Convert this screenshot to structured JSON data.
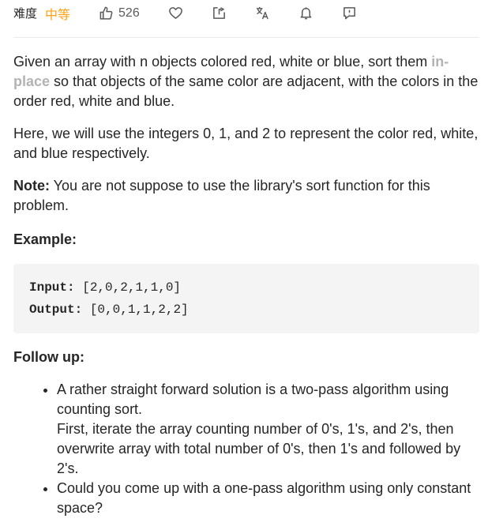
{
  "toolbar": {
    "difficulty_label": "难度",
    "difficulty_value": "中等",
    "like_count": "526",
    "icons": [
      "thumbs-up-icon",
      "heart-icon",
      "share-icon",
      "translate-icon",
      "bell-icon",
      "feedback-icon"
    ],
    "accent_color": "#ffa116"
  },
  "problem": {
    "p1_before": "Given an array with n objects colored red, white or blue, sort them ",
    "p1_highlight": "in-place",
    "p1_after": " so that objects of the same color are adjacent, with the colors in the order red, white and blue.",
    "p2": "Here, we will use the integers 0, 1, and 2 to represent the color red, white, and blue respectively.",
    "note_label": "Note:",
    "note_text": " You are not suppose to use the library's sort function for this problem.",
    "example_title": "Example:",
    "input_label": "Input:",
    "input_value": " [2,0,2,1,1,0]",
    "output_label": "Output:",
    "output_value": " [0,0,1,1,2,2]",
    "follow_title": "Follow up:",
    "bullet1_line1": "A rather straight forward solution is a two-pass algorithm using counting sort.",
    "bullet1_line2": "First, iterate the array counting number of 0's, 1's, and 2's, then overwrite array with total number of 0's, then 1's and followed by 2's.",
    "bullet2": "Could you come up with a one-pass algorithm using only constant space?"
  }
}
